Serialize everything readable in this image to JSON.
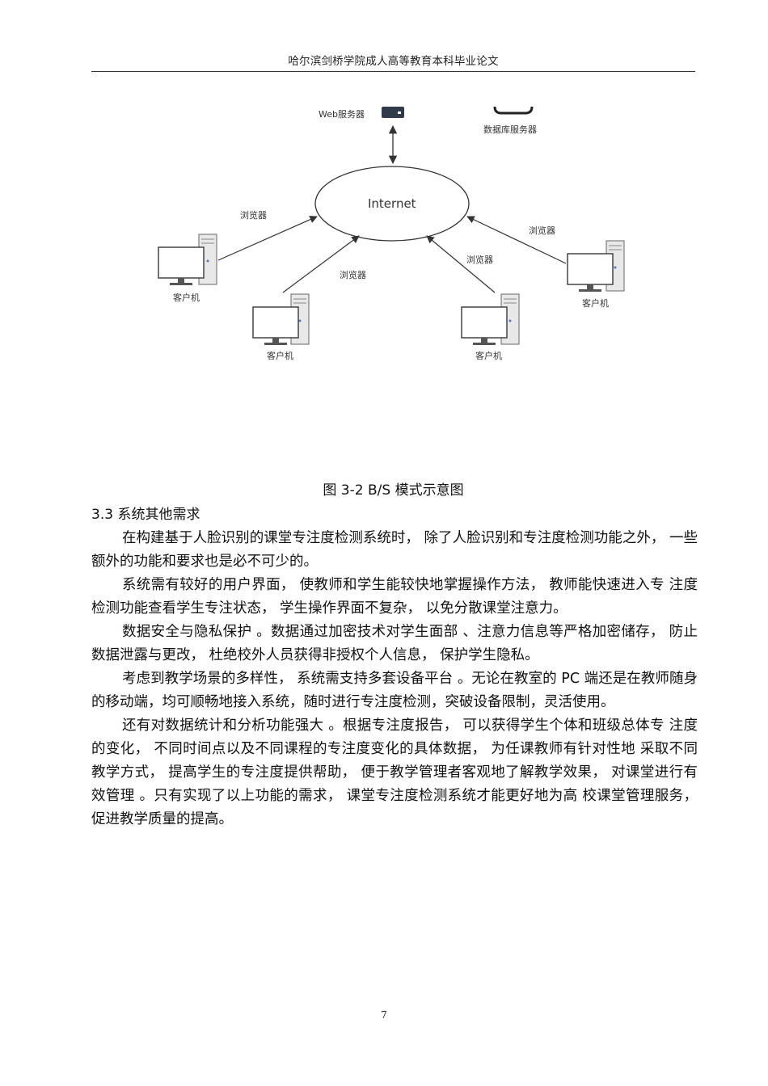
{
  "header": {
    "title": "哈尔滨剑桥学院成人高等教育本科毕业论文"
  },
  "figure": {
    "web_server_label": "Web服务器",
    "db_server_label": "数据库服务器",
    "internet_label": "Internet",
    "browser_label": "浏览器",
    "client_label": "客户机"
  },
  "caption": "图 3-2 B/S 模式示意图",
  "section": {
    "title": "3.3 系统其他需求"
  },
  "paragraphs": [
    "在构建基于人脸识别的课堂专注度检测系统时， 除了人脸识别和专注度检测功能之外， 一些额外的功能和要求也是必不可少的。",
    "系统需有较好的用户界面， 使教师和学生能较快地掌握操作方法， 教师能快速进入专 注度检测功能查看学生专注状态， 学生操作界面不复杂， 以免分散课堂注意力。",
    "数据安全与隐私保护 。数据通过加密技术对学生面部 、注意力信息等严格加密储存， 防止数据泄露与更改， 杜绝校外人员获得非授权个人信息， 保护学生隐私。",
    "考虑到教学场景的多样性， 系统需支持多套设备平台 。无论在教室的 PC 端还是在教师随身的移动端，均可顺畅地接入系统，随时进行专注度检测，突破设备限制，灵活使用。",
    "还有对数据统计和分析功能强大 。根据专注度报告， 可以获得学生个体和班级总体专 注度的变化， 不同时间点以及不同课程的专注度变化的具体数据， 为任课教师有针对性地 采取不同教学方式， 提高学生的专注度提供帮助， 便于教学管理者客观地了解教学效果， 对课堂进行有效管理 。只有实现了以上功能的需求， 课堂专注度检测系统才能更好地为高 校课堂管理服务， 促进教学质量的提高。"
  ],
  "page_number": "7",
  "colors": {
    "line": "#333333",
    "monitor_screen": "#ffffff",
    "tower_fill": "#e8e8e8"
  }
}
